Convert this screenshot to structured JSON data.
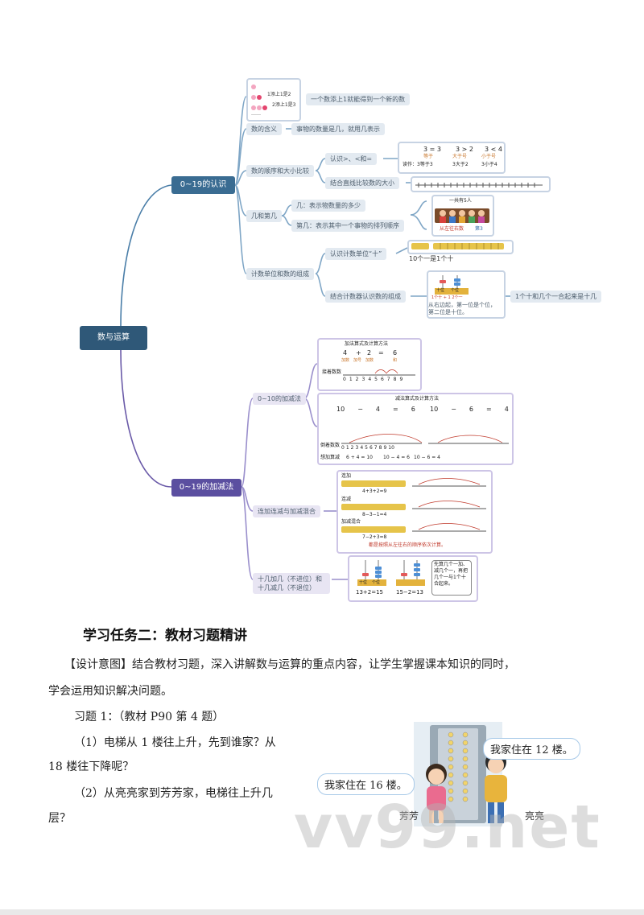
{
  "mindmap": {
    "root": "数与运算",
    "branch1": {
      "label": "0~19的认识",
      "top_note": "一个数添上1就能得到一个新的数",
      "bead_labels": [
        "1添上1是2",
        "2添上1是3",
        "……"
      ],
      "meaning": {
        "label": "数的含义",
        "desc": "事物的数量是几，就用几表示"
      },
      "order": {
        "label": "数的顺序和大小比较",
        "compare": {
          "label": "认识>、<和=",
          "exprs": [
            "3 = 3",
            "3 > 2",
            "3 < 4"
          ],
          "reads": [
            "等于",
            "大于号",
            "小于号"
          ],
          "readline": [
            "读作：3等于3",
            "3大于2",
            "3小于4"
          ]
        },
        "numberline": "结合直线比较数的大小"
      },
      "ordinal": {
        "label": "几和第几",
        "items": [
          "几：表示物数量的多少",
          "第几：表示其中一个事物的排列顺序"
        ],
        "card_title": "一共有5人",
        "card_note": "从左往右数",
        "card_tag": "第3"
      },
      "unit": {
        "label": "计数单位和数的组成",
        "ten": {
          "label": "认识计数单位“十”",
          "note": "10个一是1个十"
        },
        "abacus": {
          "label": "结合计数器认识数的组成",
          "tags": [
            "十位",
            "个位"
          ],
          "example": "1个十 + 1 2个一",
          "note": "从右边起，第一位是个位，第二位是十位。"
        },
        "summary": "1个十和几个一合起来是十几"
      }
    },
    "branch2": {
      "label": "0~10的加减法",
      "parent": "0~19的加减法",
      "addcard": {
        "title": "加法算式及计算方法",
        "expr": [
          "4",
          "+",
          "2",
          "=",
          "6"
        ],
        "subs": [
          "加数",
          "加号",
          "加数",
          "和"
        ],
        "method": "接着数数",
        "line": [
          "0",
          "1",
          "2",
          "3",
          "4",
          "5",
          "6",
          "7",
          "8",
          "9"
        ]
      },
      "subcard": {
        "title": "减法算式及计算方法",
        "expr1": [
          "10",
          "−",
          "4",
          "=",
          "6"
        ],
        "expr2": [
          "10",
          "−",
          "6",
          "=",
          "4"
        ],
        "method": "倒着数数",
        "think": "想加算减",
        "chain": [
          "6 + 4 = 10",
          "10 − 4 = 6",
          "10 − 6 = 4"
        ],
        "line": [
          "0",
          "1",
          "2",
          "3",
          "4",
          "5",
          "6",
          "7",
          "8",
          "9",
          "10"
        ]
      },
      "mixed": {
        "label": "连加连减与加减混合",
        "rows": [
          {
            "tag": "连加",
            "expr": "4+3+2=9"
          },
          {
            "tag": "连减",
            "expr": "8−3−1=4"
          },
          {
            "tag": "加减混合",
            "expr": "7−2+3=8"
          }
        ],
        "note": "都是按照从左往右的顺序依次计算。"
      },
      "teen": {
        "label": "十几加几（不进位）和十几减几（不退位）",
        "exprs": [
          "13+2=15",
          "15−2=13"
        ],
        "tags": [
          "十位",
          "个位"
        ],
        "note": "先算几个一加、减几个一，再把几个一与1个十合起来。"
      }
    }
  },
  "section": {
    "title": "学习任务二：教材习题精讲",
    "design": "【设计意图】结合教材习题，深入讲解数与运算的重点内容，让学生掌握课本知识的同时，",
    "design2": "学会运用知识解决问题。",
    "exercise": "习题 1：（教材 P90 第 4 题）",
    "q1a": "（1）电梯从 1 楼往上升，先到谁家？从",
    "q1b": "18 楼往下降呢？",
    "q2a": "（2）从亮亮家到芳芳家，电梯往上升几",
    "q2b": "层？"
  },
  "illustration": {
    "bubble_boy": "我家住在 12 楼。",
    "bubble_girl": "我家住在 16 楼。",
    "name_girl": "芳芳",
    "name_boy": "亮亮"
  },
  "watermark": "vv99.net"
}
